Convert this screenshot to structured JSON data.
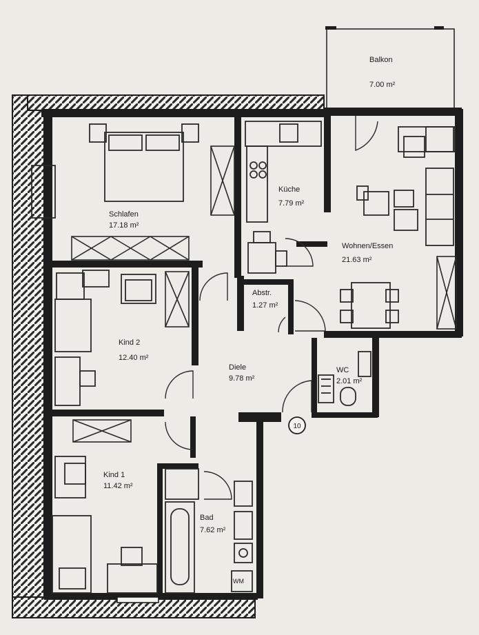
{
  "rooms": [
    {
      "id": "balkon",
      "name": "Balkon",
      "area": "7.00 m²"
    },
    {
      "id": "schlafen",
      "name": "Schlafen",
      "area": "17.18 m²"
    },
    {
      "id": "kueche",
      "name": "Küche",
      "area": "7.79 m²"
    },
    {
      "id": "wohnen",
      "name": "Wohnen/Essen",
      "area": "21.63 m²"
    },
    {
      "id": "abstr",
      "name": "Abstr.",
      "area": "1.27 m²"
    },
    {
      "id": "kind2",
      "name": "Kind 2",
      "area": "12.40 m²"
    },
    {
      "id": "diele",
      "name": "Diele",
      "area": "9.78 m²"
    },
    {
      "id": "wc",
      "name": "WC",
      "area": "2.01 m²"
    },
    {
      "id": "kind1",
      "name": "Kind 1",
      "area": "11.42 m²"
    },
    {
      "id": "bad",
      "name": "Bad",
      "area": "7.62 m²"
    }
  ],
  "entrance_marker": "10",
  "wm_label": "WM"
}
